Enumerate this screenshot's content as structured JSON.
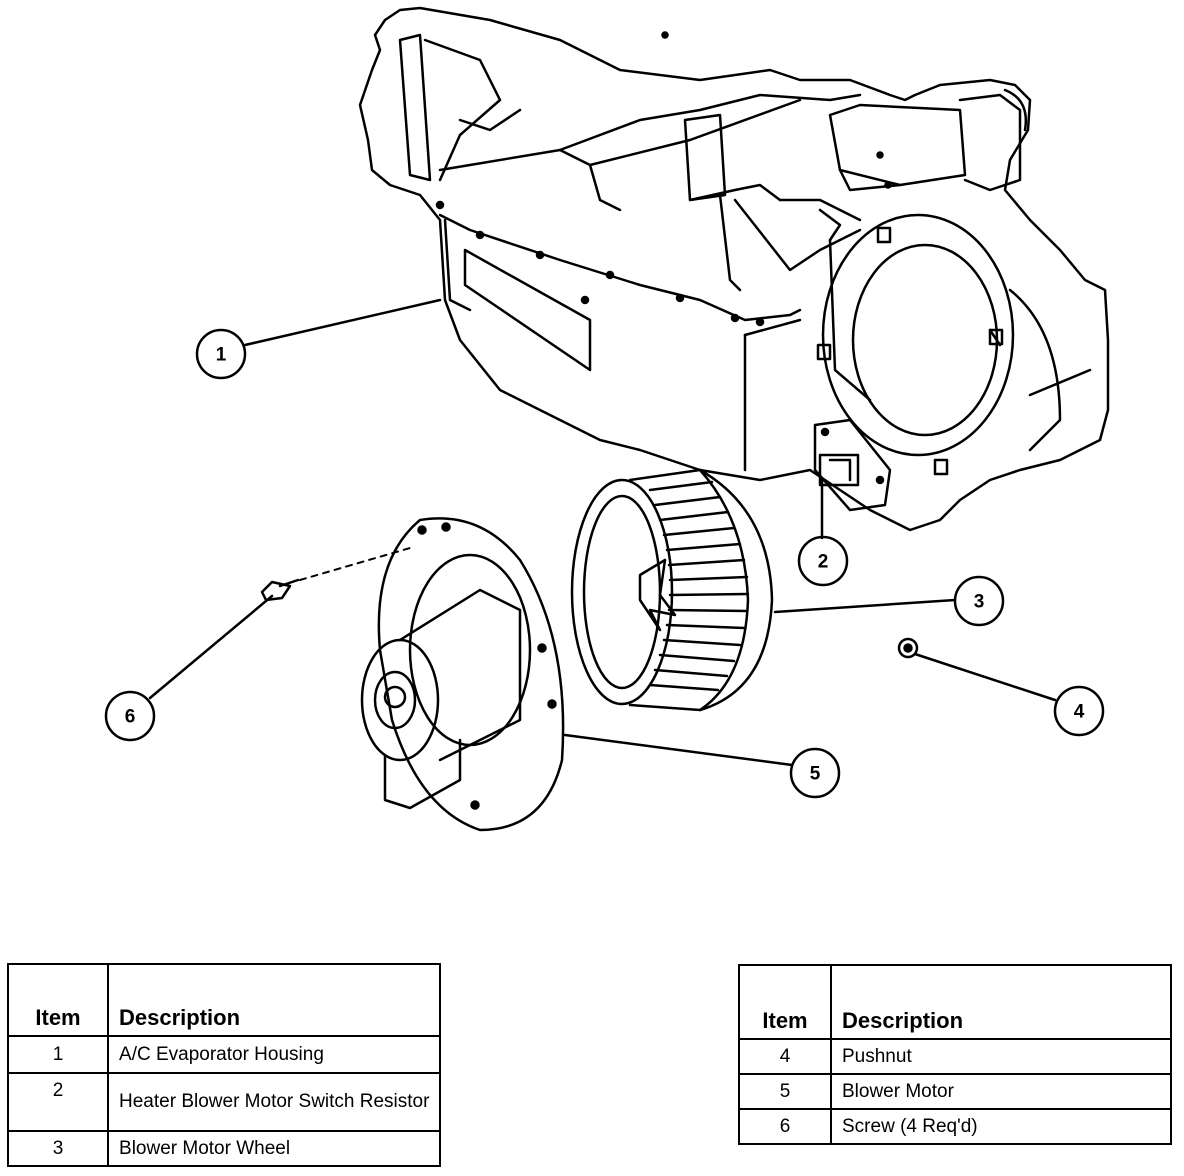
{
  "callouts": [
    "1",
    "2",
    "3",
    "4",
    "5",
    "6"
  ],
  "table_left": {
    "headers": {
      "item": "Item",
      "description": "Description"
    },
    "rows": [
      {
        "item": "1",
        "description": "A/C Evaporator Housing"
      },
      {
        "item": "2",
        "description": "Heater Blower Motor Switch Resistor"
      },
      {
        "item": "3",
        "description": "Blower Motor Wheel"
      }
    ]
  },
  "table_right": {
    "headers": {
      "item": "Item",
      "description": "Description"
    },
    "rows": [
      {
        "item": "4",
        "description": "Pushnut"
      },
      {
        "item": "5",
        "description": "Blower Motor"
      },
      {
        "item": "6",
        "description": "Screw (4 Req'd)"
      }
    ]
  }
}
